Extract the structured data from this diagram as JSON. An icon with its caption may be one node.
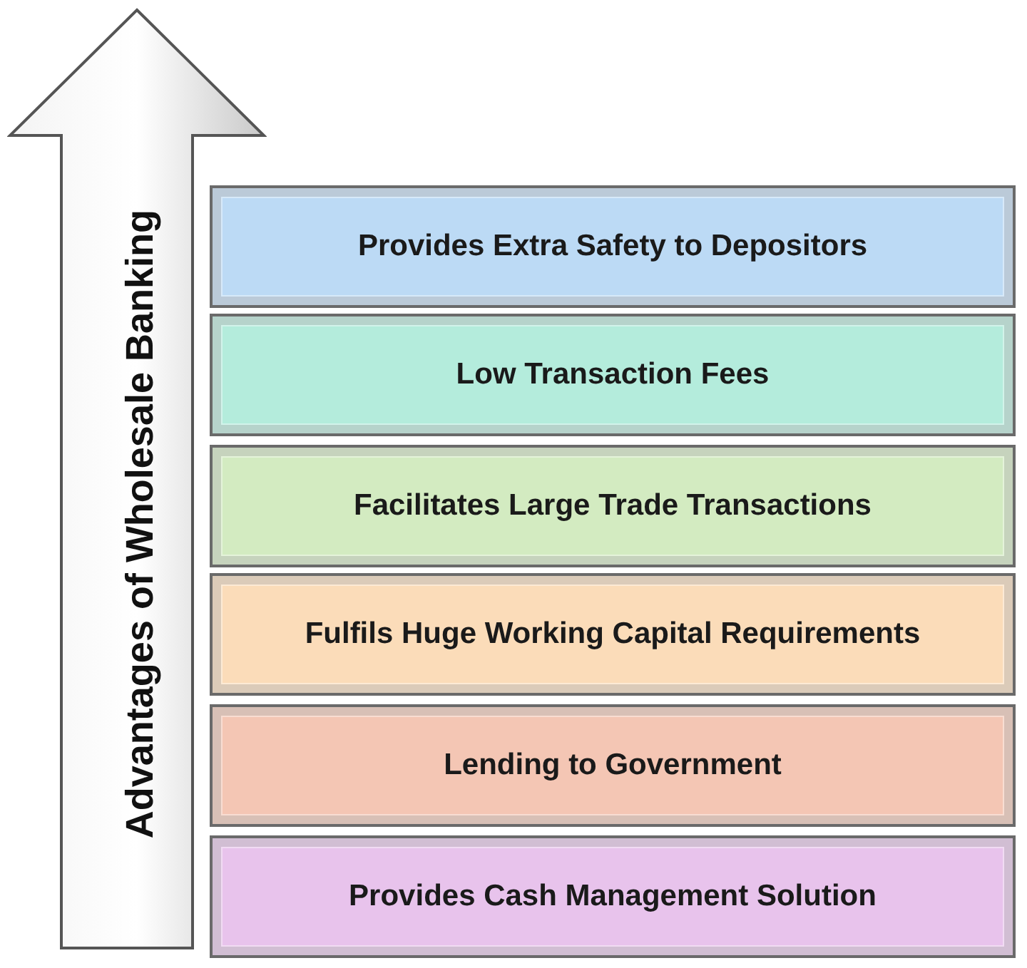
{
  "diagram": {
    "nodes": [
      {
        "text": [
          "Advantages of Wholesale Banking"
        ]
      },
      {
        "text": [
          "Provides Extra Safety to Depositors"
        ]
      },
      {
        "text": [
          "Low Transaction Fees"
        ]
      },
      {
        "text": [
          "Facilitates Large Trade Transactions"
        ]
      },
      {
        "text": [
          "Fulfils Huge Working Capital Requirements"
        ]
      },
      {
        "text": [
          "Lending to Government"
        ]
      },
      {
        "text": [
          "Provides Cash Management Solution"
        ]
      }
    ]
  }
}
